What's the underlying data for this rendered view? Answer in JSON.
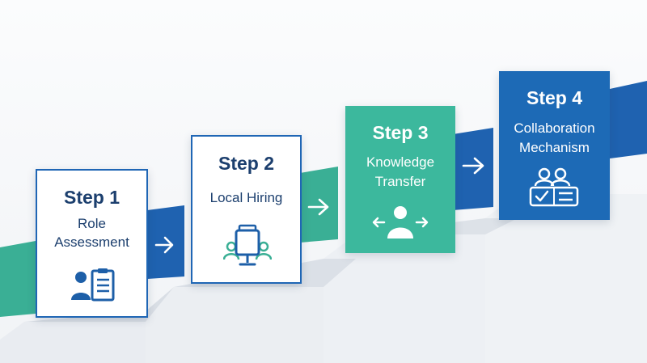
{
  "colors": {
    "navy": "#1c3f6e",
    "blue": "#1d6ab6",
    "blue_border": "#1f66b5",
    "teal": "#3cb89d",
    "ribbon_teal": "#3aaf95",
    "ribbon_blue": "#1f62b0",
    "stair_light": "#eceff3",
    "stair_shadow": "#d7dce3"
  },
  "steps": [
    {
      "title": "Step 1",
      "label": [
        "Role",
        "Assessment"
      ],
      "style": "white",
      "icon": "person-clipboard-icon"
    },
    {
      "title": "Step 2",
      "label": [
        "Local Hiring"
      ],
      "style": "white",
      "icon": "people-monitor-icon"
    },
    {
      "title": "Step 3",
      "label": [
        "Knowledge",
        "Transfer"
      ],
      "style": "teal",
      "icon": "person-arrows-icon"
    },
    {
      "title": "Step 4",
      "label": [
        "Collaboration",
        "Mechanism"
      ],
      "style": "blue",
      "icon": "team-checklist-icon"
    }
  ],
  "connectors": [
    {
      "icon": "chevron-right-arrow-icon"
    },
    {
      "icon": "chevron-right-arrow-icon"
    },
    {
      "icon": "chevron-right-arrow-icon"
    }
  ]
}
